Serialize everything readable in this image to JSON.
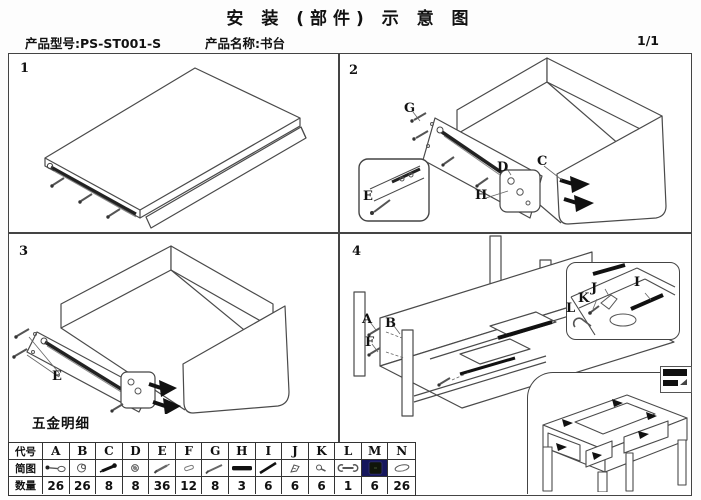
{
  "title": "安 装 (部件) 示 意 图",
  "header": {
    "model": "产品型号:PS-ST001-S",
    "product_name": "产品名称:书台",
    "page": "1/1"
  },
  "panels": {
    "p1": {
      "num": "1"
    },
    "p2": {
      "num": "2",
      "labels": {
        "G": "G",
        "E": "E",
        "D": "D",
        "H": "H",
        "C": "C"
      }
    },
    "p3": {
      "num": "3",
      "labels": {
        "E": "E"
      }
    },
    "p4": {
      "num": "4",
      "labels": {
        "A": "A",
        "B": "B",
        "F": "F",
        "I": "I",
        "J": "J",
        "K": "K",
        "L": "L"
      }
    }
  },
  "hardware": {
    "section_title": "五金明细",
    "row_headers": {
      "code": "代号",
      "diagram": "简图",
      "qty": "数量"
    },
    "items": [
      {
        "code": "A",
        "qty": "26",
        "icon": "cam-bolt-icon"
      },
      {
        "code": "B",
        "qty": "26",
        "icon": "cam-lock-icon"
      },
      {
        "code": "C",
        "qty": "8",
        "icon": "dowel-screw-icon"
      },
      {
        "code": "D",
        "qty": "8",
        "icon": "nut-icon"
      },
      {
        "code": "E",
        "qty": "36",
        "icon": "screw-icon"
      },
      {
        "code": "F",
        "qty": "12",
        "icon": "wood-dowel-icon"
      },
      {
        "code": "G",
        "qty": "8",
        "icon": "long-screw-icon"
      },
      {
        "code": "H",
        "qty": "3",
        "icon": "slide-rail-icon"
      },
      {
        "code": "I",
        "qty": "6",
        "icon": "metal-rod-icon"
      },
      {
        "code": "J",
        "qty": "6",
        "icon": "corner-bracket-icon"
      },
      {
        "code": "K",
        "qty": "6",
        "icon": "small-screw-icon"
      },
      {
        "code": "L",
        "qty": "1",
        "icon": "wrench-icon"
      },
      {
        "code": "M",
        "qty": "6",
        "icon": "dark-cap-icon"
      },
      {
        "code": "N",
        "qty": "26",
        "icon": "oval-cap-icon"
      }
    ]
  },
  "colors": {
    "line": "#4a4a4a",
    "black_part": "#111111",
    "m_cell_bg": "#15165c",
    "text": "#111111"
  }
}
